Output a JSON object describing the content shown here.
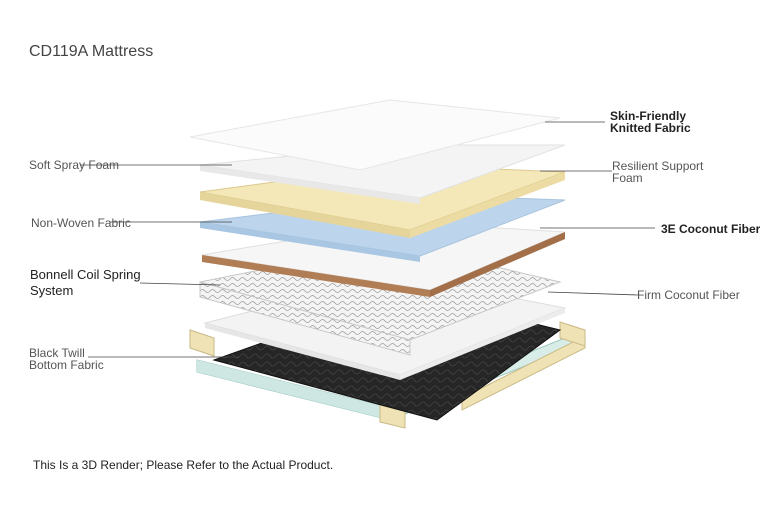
{
  "title": "CD119A Mattress",
  "note": "This Is a 3D Render; Please Refer to the Actual Product.",
  "labels": {
    "skin_friendly_1": "Skin-Friendly",
    "skin_friendly_2": "Knitted Fabric",
    "soft_spray_foam": "Soft Spray Foam",
    "resilient_1": "Resilient Support",
    "resilient_2": "Foam",
    "non_woven": "Non-Woven Fabric",
    "coconut_3e": "3E Coconut Fiber",
    "bonnell_1": "Bonnell Coil Spring",
    "bonnell_2": "System",
    "firm_coconut": "Firm Coconut Fiber",
    "black_twill_1": "Black Twill",
    "black_twill_2": "Bottom Fabric"
  },
  "colors": {
    "knitted": "#ffffff",
    "foam": "#f1f1f1",
    "latex": "#f3e6b4",
    "nonwoven": "#b9d3ea",
    "coconut_edge": "#b07d55",
    "bottom_fabric": "#262626",
    "base_foam": "#cfe7e2",
    "base_frame": "#efe3b5"
  }
}
